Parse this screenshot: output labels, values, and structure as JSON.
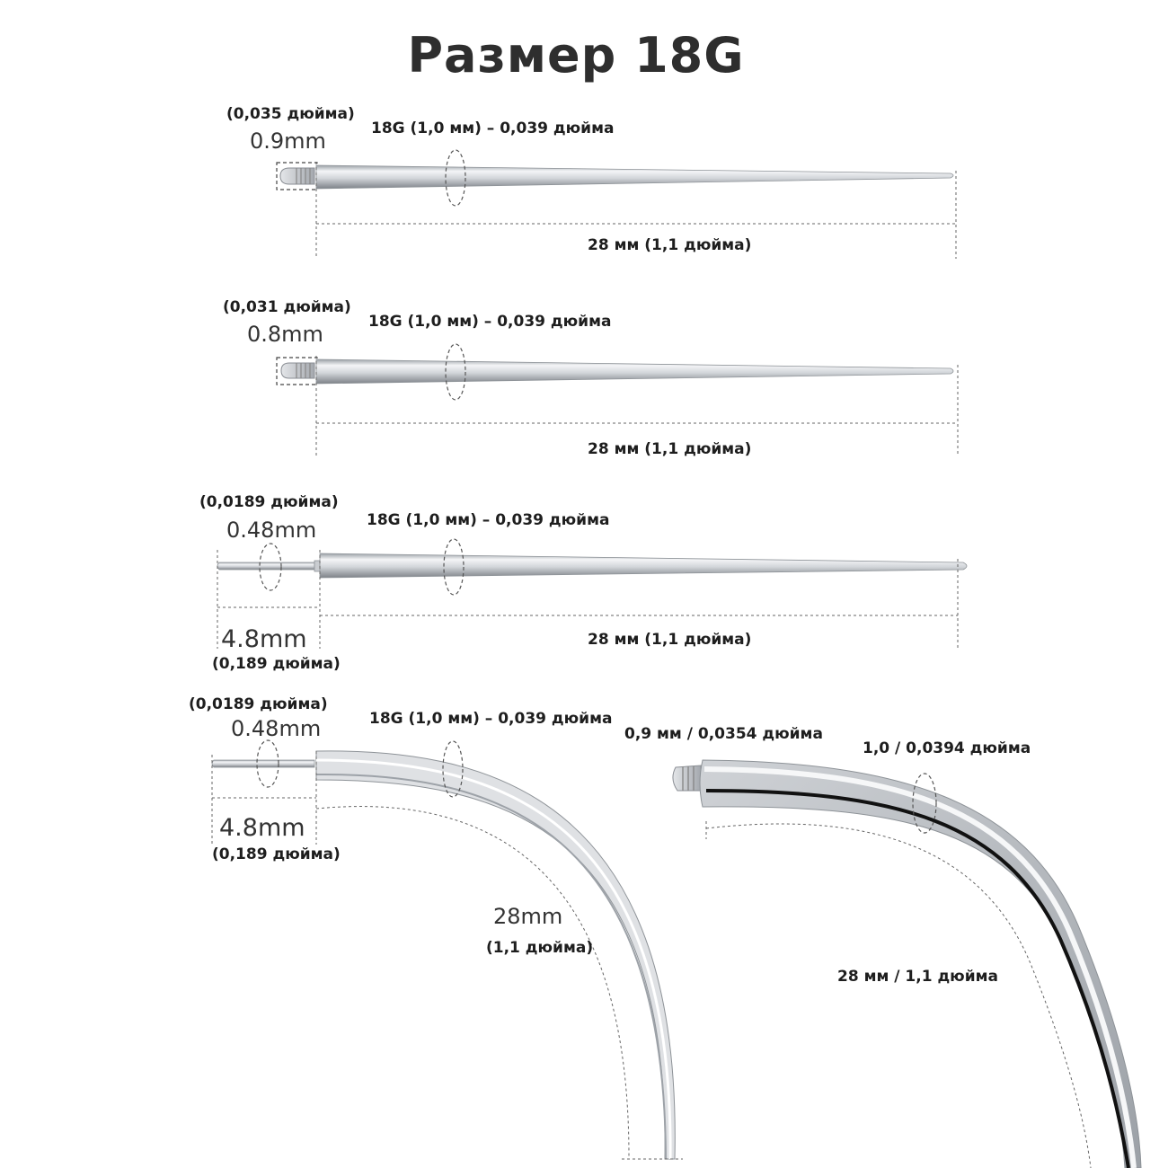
{
  "title": "Размер 18G",
  "colors": {
    "metal_light": "#f2f3f5",
    "metal_mid": "#c4c7cc",
    "metal_dark": "#7d8288",
    "guide": "#5a5a5a"
  },
  "pins": [
    {
      "tip_inch": "(0,035 дюйма)",
      "tip_mm": "0.9mm",
      "gauge": "18G (1,0 мм) – 0,039 дюйма",
      "length": "28 мм (1,1 дюйма)"
    },
    {
      "tip_inch": "(0,031 дюйма)",
      "tip_mm": "0.8mm",
      "gauge": "18G (1,0 мм) – 0,039 дюйма",
      "length": "28 мм (1,1 дюйма)"
    },
    {
      "tip_inch": "(0,0189 дюйма)",
      "tip_mm": "0.48mm",
      "gauge": "18G (1,0 мм) – 0,039 дюйма",
      "length": "28 мм (1,1 дюйма)",
      "pin_len_mm": "4.8mm",
      "pin_len_inch": "(0,189 дюйма)"
    }
  ],
  "curved_left": {
    "tip_inch": "(0,0189 дюйма)",
    "tip_mm": "0.48mm",
    "gauge": "18G (1,0 мм) – 0,039 дюйма",
    "pin_len_mm": "4.8mm",
    "pin_len_inch": "(0,189 дюйма)",
    "length_mm": "28mm",
    "length_inch": "(1,1 дюйма)"
  },
  "curved_right": {
    "thread": "0,9 мм / 0,0354 дюйма",
    "gauge": "1,0 / 0,0394 дюйма",
    "length": "28 мм / 1,1 дюйма"
  }
}
